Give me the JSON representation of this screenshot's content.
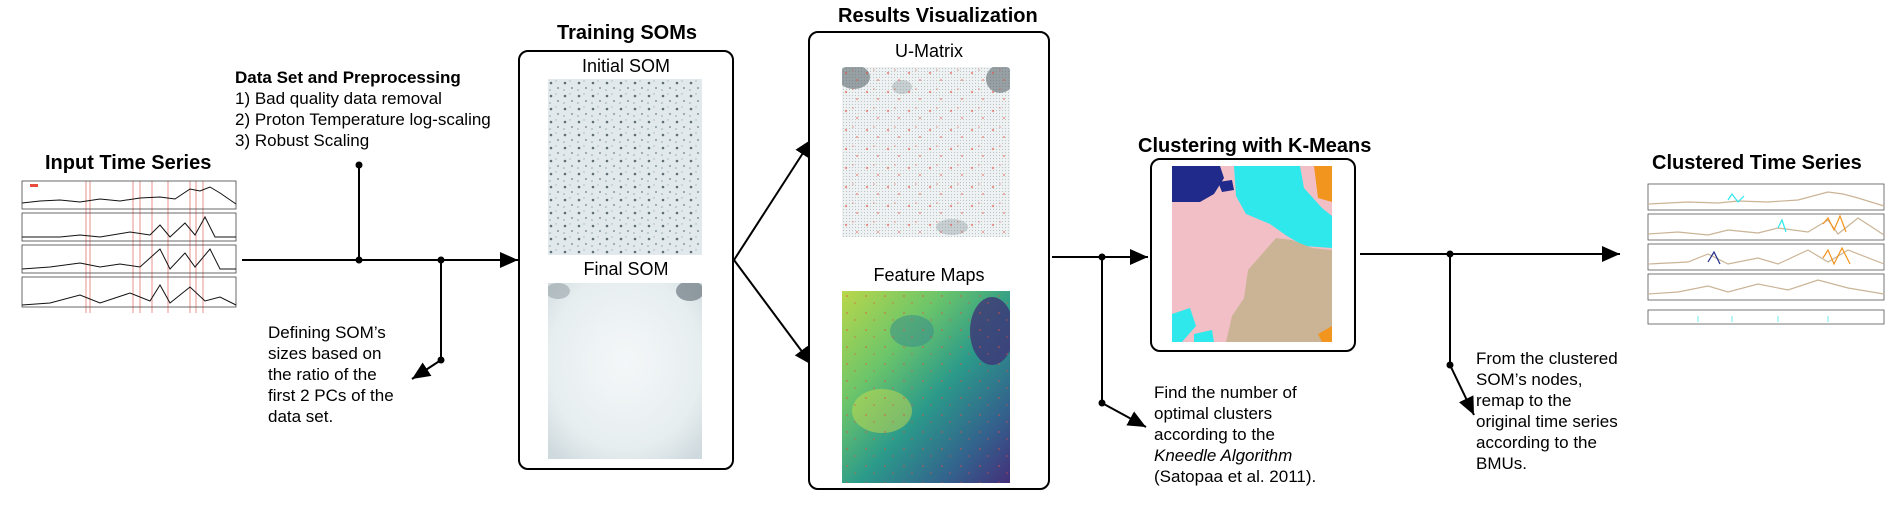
{
  "input": {
    "title": "Input Time Series"
  },
  "preprocessing": {
    "title": "Data Set and Preprocessing",
    "steps": [
      "1) Bad quality data removal",
      "2) Proton Temperature log-scaling",
      "3) Robust Scaling"
    ]
  },
  "som_sizes": {
    "text": [
      "Defining SOM’s",
      "sizes based on",
      "the ratio of the",
      "first 2 PCs of the",
      "data set."
    ]
  },
  "training": {
    "title": "Training SOMs",
    "initial_label": "Initial SOM",
    "final_label": "Final SOM"
  },
  "results": {
    "title": "Results Visualization",
    "umatrix_label": "U-Matrix",
    "feature_label": "Feature Maps"
  },
  "clustering": {
    "title": "Clustering with K-Means"
  },
  "kneedle": {
    "line1": "Find the number of",
    "line2": "optimal clusters",
    "line3": "according to the",
    "line4": "Kneedle Algorithm",
    "line5": "(Satopaa et al. 2011)."
  },
  "clustered": {
    "title": "Clustered Time Series"
  },
  "remap": {
    "text": [
      "From the clustered",
      "SOM’s nodes,",
      "remap to the",
      "original time series",
      "according to the",
      "BMUs."
    ]
  },
  "colors": {
    "cluster_navy": "#1f2a8a",
    "cluster_cyan": "#2ee8ec",
    "cluster_pink": "#f2bfc7",
    "cluster_tan": "#cbb496",
    "cluster_orange": "#f2951e",
    "spike_red": "#e74c3c"
  }
}
